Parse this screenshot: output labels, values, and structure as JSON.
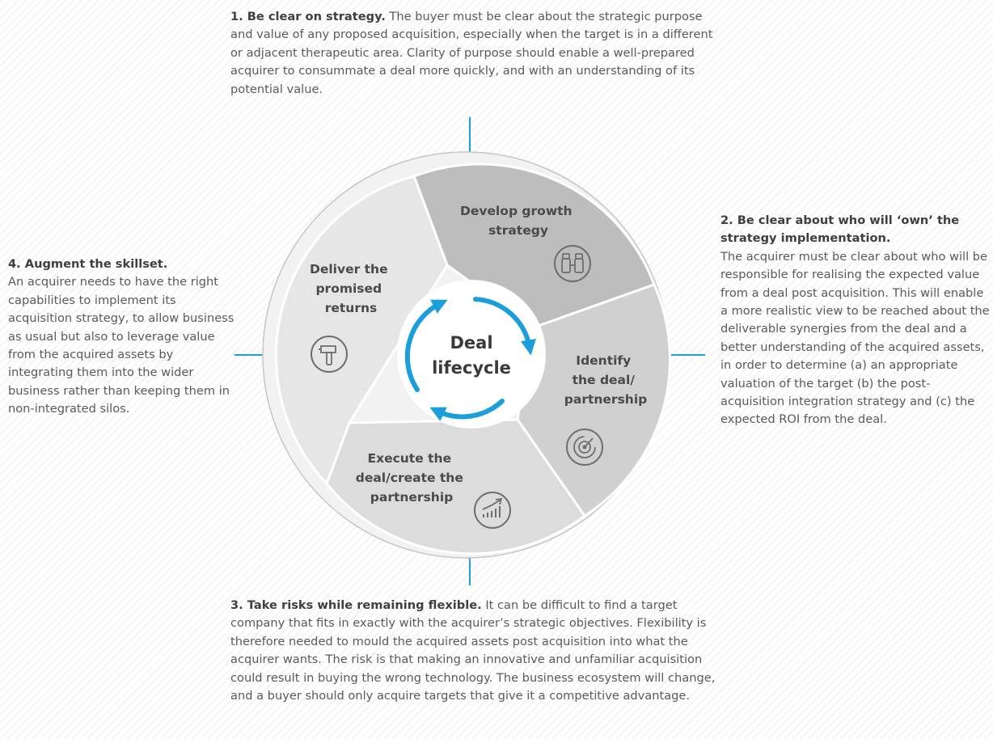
{
  "notes": {
    "strategy": {
      "heading": "1. Be clear on strategy.",
      "body": "The buyer must be clear about the strategic purpose and value of any proposed acquisition, especially when the target is in a different or adjacent therapeutic area. Clarity of purpose should enable a well-prepared acquirer to consummate a deal more quickly, and with an understanding of its potential value."
    },
    "ownership": {
      "heading": "2. Be clear about who will ‘own’ the strategy implementation.",
      "body": "The acquirer must be clear about who will be responsible for realising the expected value from a deal post acquisition. This will enable a more realistic view to be reached about the deliverable synergies from the deal and a better understanding of the acquired assets, in order to determine (a) an appropriate valuation of the target (b) the post-acquisition integration strategy and (c) the expected ROI from the deal."
    },
    "risks": {
      "heading": "3. Take risks while remaining flexible.",
      "body": "It can be difficult to find a target company that fits in exactly with the acquirer’s strategic objectives. Flexibility is therefore needed to mould the acquired assets post acquisition into what the acquirer wants. The risk is that making an innovative and unfamiliar acquisition could result in buying the wrong technology. The business ecosystem will change, and a buyer should only acquire targets that give it a competitive advantage."
    },
    "skillset": {
      "heading": "4. Augment the skillset.",
      "body": "An acquirer needs to have the right capabilities to implement its acquisition strategy, to allow business as usual but also to leverage value from the acquired assets by integrating them into the wider business rather than keeping them in non-integrated silos."
    }
  },
  "diagram": {
    "center": {
      "line1": "Deal",
      "line2": "lifecycle"
    },
    "segments": [
      {
        "lines": [
          "Develop growth",
          "strategy"
        ],
        "icon": "binoculars-icon",
        "fill": "#bdbdbd"
      },
      {
        "lines": [
          "Identify",
          "the deal/",
          "partnership"
        ],
        "icon": "radar-icon",
        "fill": "#d0d0d0"
      },
      {
        "lines": [
          "Execute the",
          "deal/create the",
          "partnership"
        ],
        "icon": "growth-chart-icon",
        "fill": "#dcdcdc"
      },
      {
        "lines": [
          "Deliver the",
          "promised",
          "returns"
        ],
        "icon": "hammer-icon",
        "fill": "#e6e6e6"
      }
    ],
    "colors": {
      "accent": "#1a9fdb",
      "ring": "#f2f2f2",
      "icon": "#6e6e6e"
    }
  }
}
